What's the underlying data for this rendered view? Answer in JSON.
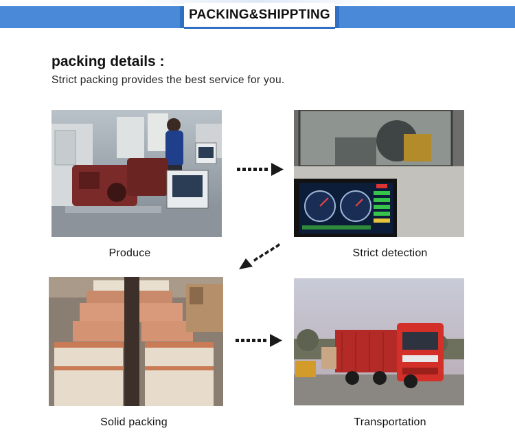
{
  "header": {
    "title": "PACKING&SHIPPTING"
  },
  "section": {
    "heading": "packing details :",
    "subheading": "Strict packing provides the best service for you."
  },
  "steps": [
    {
      "label": "Produce",
      "photo_icon": "factory-worker-photo"
    },
    {
      "label": "Strict detection",
      "photo_icon": "engine-test-bench-photo"
    },
    {
      "label": "Solid packing",
      "photo_icon": "wooden-crates-photo"
    },
    {
      "label": "Transportation",
      "photo_icon": "red-truck-photo"
    }
  ],
  "colors": {
    "banner_blue": "#4a88d8",
    "banner_dark": "#2f6fc4",
    "arrow": "#1a1a1a"
  }
}
